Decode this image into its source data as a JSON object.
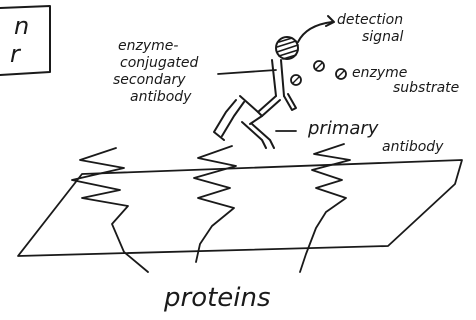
{
  "partial_box": {
    "text_line1": "n",
    "text_line2": "r"
  },
  "labels": {
    "enzyme_conjugated": [
      "enzyme-",
      "conjugated",
      "secondary",
      "antibody"
    ],
    "detection_signal": [
      "detection",
      "signal"
    ],
    "enzyme_substrate": [
      "enzyme",
      "substrate"
    ],
    "primary_antibody": [
      "primary",
      "antibody"
    ],
    "proteins": "proteins"
  }
}
